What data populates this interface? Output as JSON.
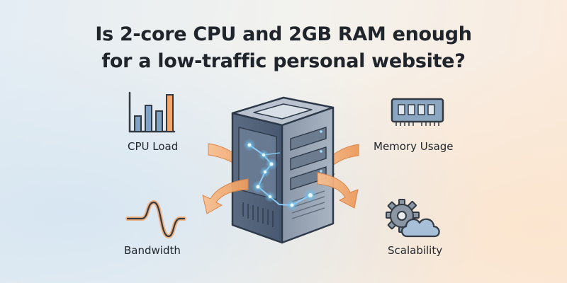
{
  "title": {
    "line1": "Is 2-core CPU and 2GB RAM enough",
    "line2": "for a low-traffic personal website?"
  },
  "labels": {
    "cpu": "CPU Load",
    "memory": "Memory Usage",
    "bandwidth": "Bandwidth",
    "scalability": "Scalability"
  },
  "icons": {
    "cpu": "bar-chart-icon",
    "memory": "ram-module-icon",
    "bandwidth": "wave-signal-icon",
    "scalability": "gear-cloud-icon",
    "center": "server-tower-icon"
  },
  "colors": {
    "accent_orange": "#f2a66b",
    "bar_blue": "#7fa3c4",
    "server_dark": "#3e4e63",
    "glow_blue": "#8fd4ff",
    "text_dark": "#20242b"
  }
}
